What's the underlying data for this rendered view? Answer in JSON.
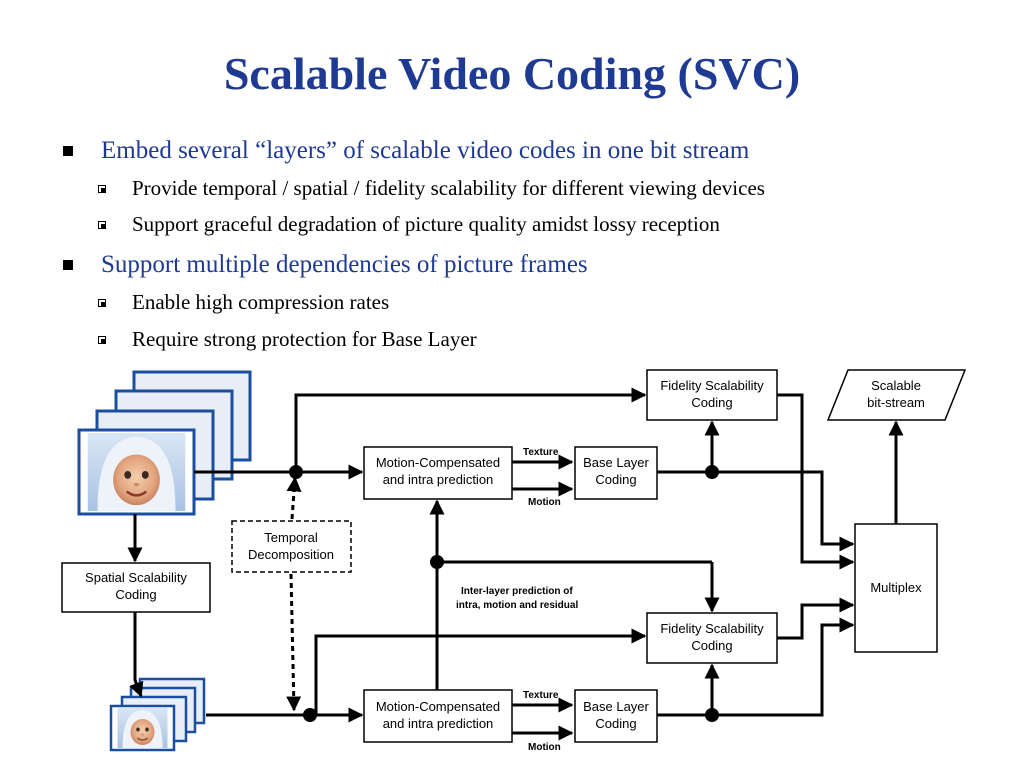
{
  "slide": {
    "title": "Scalable Video Coding (SVC)",
    "bullets": [
      {
        "text": "Embed several “layers” of scalable video codes in one bit stream",
        "subs": [
          "Provide temporal / spatial / fidelity scalability for different viewing devices",
          "Support graceful degradation of picture quality amidst lossy reception"
        ]
      },
      {
        "text": "Support multiple dependencies of picture frames",
        "subs": [
          "Enable high compression rates",
          "Require strong protection for Base Layer"
        ]
      }
    ]
  },
  "diagram": {
    "fidelity_top": [
      "Fidelity Scalability",
      "Coding"
    ],
    "scalable": [
      "Scalable",
      "bit-stream"
    ],
    "mc_top": [
      "Motion-Compensated",
      "and intra prediction"
    ],
    "base_top": [
      "Base Layer",
      "Coding"
    ],
    "texture": "Texture",
    "motion": "Motion",
    "temporal": [
      "Temporal",
      "Decomposition"
    ],
    "spatial": [
      "Spatial Scalability",
      "Coding"
    ],
    "interlayer": [
      "Inter-layer prediction of",
      "intra, motion and residual"
    ],
    "multiplex": "Multiplex",
    "fidelity_bottom": [
      "Fidelity Scalability",
      "Coding"
    ],
    "mc_bottom": [
      "Motion-Compensated",
      "and intra prediction"
    ],
    "base_bottom": [
      "Base Layer",
      "Coding"
    ]
  },
  "colors": {
    "title": "#1f3a93",
    "bullet_text": "#1f3a93",
    "frame_border": "#1a4fa0"
  }
}
